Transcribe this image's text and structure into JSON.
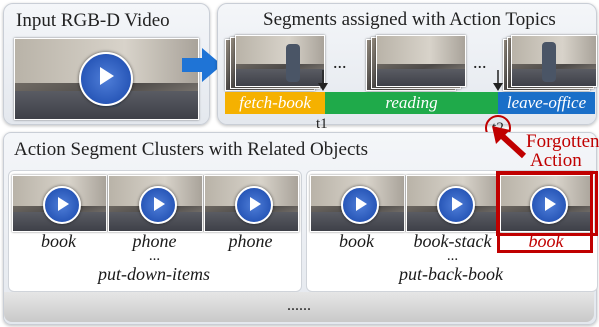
{
  "input_panel": {
    "title": "Input RGB-D Video"
  },
  "segments_panel": {
    "title": "Segments assigned with Action Topics",
    "ellipsis_1": "...",
    "ellipsis_2": "...",
    "segments": [
      {
        "label": "fetch-book",
        "color": "#f5b100"
      },
      {
        "label": "reading",
        "color": "#1faa4a"
      },
      {
        "label": "leave-office",
        "color": "#1a6fc8"
      }
    ],
    "t1": "t1",
    "t2": "t2"
  },
  "forgotten": {
    "line1": "Forgotten",
    "line2": "Action",
    "color": "#c00000"
  },
  "clusters_panel": {
    "title": "Action Segment Clusters with Related Objects",
    "cluster_left": {
      "objects": [
        "book",
        "phone",
        "phone"
      ],
      "dots": "...",
      "action": "put-down-items"
    },
    "cluster_right": {
      "objects": [
        "book",
        "book-stack",
        "book"
      ],
      "dots": "...",
      "action": "put-back-book"
    },
    "bottom_dots": "......"
  },
  "colors": {
    "arrow_blue": "#1f74d6",
    "highlight_red": "#c00000"
  }
}
